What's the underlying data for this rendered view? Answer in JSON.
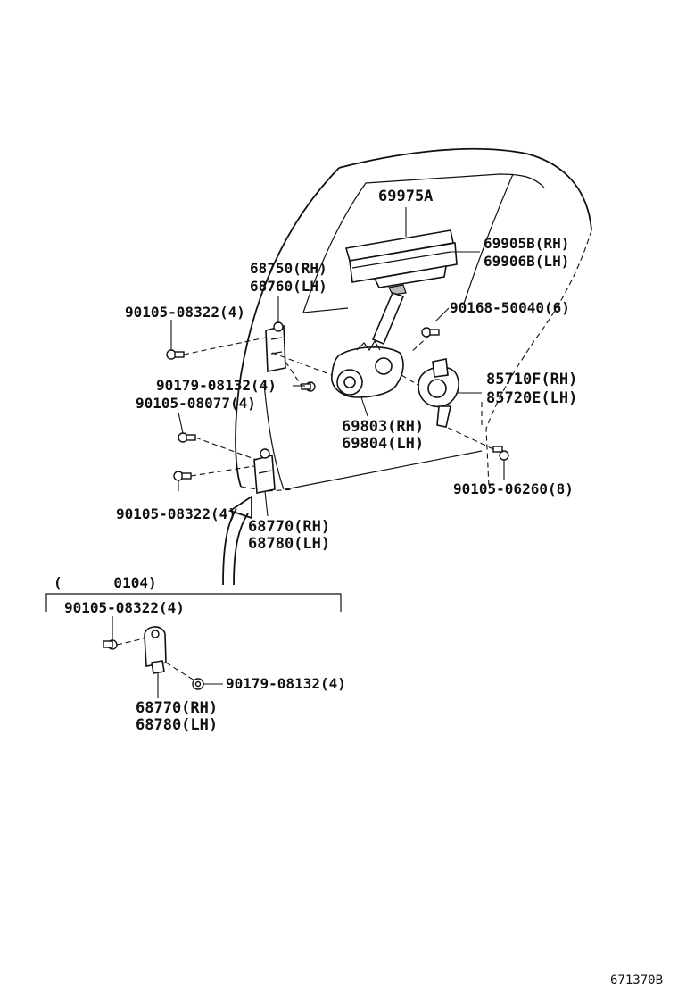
{
  "labels": {
    "glass_run": "69975A",
    "glass_rh": "69905B(RH)",
    "glass_lh": "69906B(LH)",
    "hinge_upper_rh": "68750(RH)",
    "hinge_upper_lh": "68760(LH)",
    "bolt_upper_left": "90105-08322(4)",
    "bolt_right_top": "90168-50040(6)",
    "nut_upper": "90179-08132(4)",
    "bolt_mid": "90105-08077(4)",
    "motor_rh": "85710F(RH)",
    "motor_lh": "85720E(LH)",
    "regulator_rh": "69803(RH)",
    "regulator_lh": "69804(LH)",
    "bolt_lower_right": "90105-06260(8)",
    "bolt_lower_left": "90105-08322(4)",
    "hinge_lower_rh": "68770(RH)",
    "hinge_lower_lh": "68780(LH)",
    "inset_range": "(      0104)",
    "inset_bolt": "90105-08322(4)",
    "inset_nut": "90179-08132(4)",
    "inset_hinge_rh": "68770(RH)",
    "inset_hinge_lh": "68780(LH)",
    "figure_code": "671370B"
  }
}
